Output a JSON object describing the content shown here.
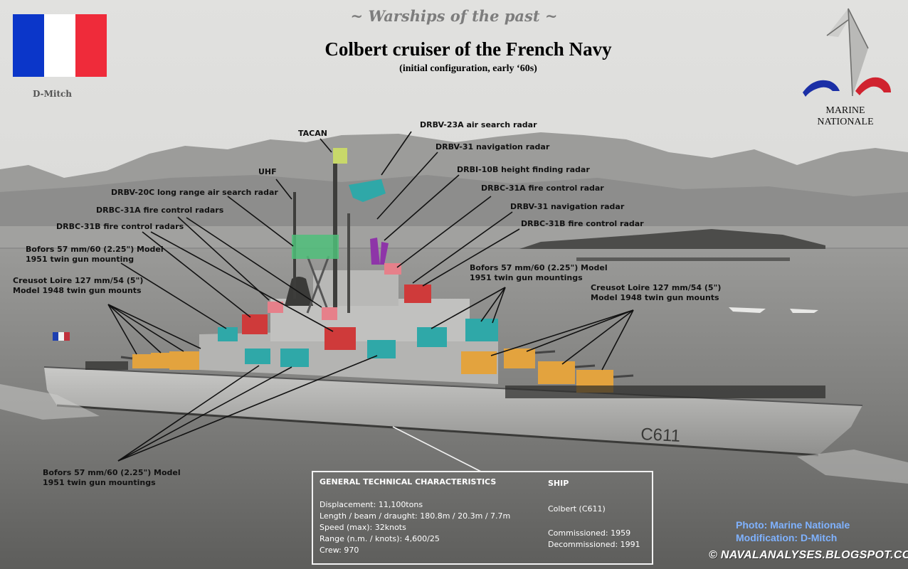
{
  "header": {
    "series": "~ Warships of the past ~",
    "title": "Colbert cruiser of the French Navy",
    "subtitle": "(initial configuration, early ‘60s)",
    "author_tag": "D-Mitch",
    "logo_text_1": "MARINE",
    "logo_text_2": "NATIONALE"
  },
  "flag_colors": [
    "#0b36c9",
    "#ffffff",
    "#ef2b3a"
  ],
  "hull_number": "C611",
  "labels": {
    "tacan": "TACAN",
    "uhf": "UHF",
    "drbv23a": "DRBV-23A air search radar",
    "drbv31_a": "DRBV-31 navigation  radar",
    "drbi10b": "DRBI-10B height finding radar",
    "drbc31a_r": "DRBC-31A fire control radar",
    "drbv31_b": "DRBV-31 navigation  radar",
    "drbc31b_r": "DRBC-31B fire control radar",
    "drbv20c": "DRBV-20C long range air search radar",
    "drbc31a_l": "DRBC-31A fire control radars",
    "drbc31b_l": "DRBC-31B fire control radars",
    "bofors_l1": "Bofors 57 mm/60 (2.25\") Model",
    "bofors_l2": "1951 twin gun mounting",
    "creusot_l1": "Creusot Loire 127 mm/54 (5\")",
    "creusot_l2": "Model 1948  twin gun mounts",
    "bofors_r1": "Bofors 57 mm/60 (2.25\") Model",
    "bofors_r2": "1951 twin gun mountings",
    "creusot_r1": "Creusot Loire 127 mm/54 (5\")",
    "creusot_r2": "Model 1948  twin gun mounts",
    "bofors_b1": "Bofors 57 mm/60 (2.25\") Model",
    "bofors_b2": "1951 twin gun  mountings"
  },
  "specs": {
    "heading": "GENERAL TECHNICAL CHARACTERISTICS",
    "lines": [
      "Displacement: 11,100tons",
      "Length / beam / draught: 180.8m / 20.3m / 7.7m",
      "Speed (max): 32knots",
      "Range (n.m. / knots): 4,600/25",
      "Crew: 970"
    ],
    "ship_heading": "SHIP",
    "ship_name": "Colbert (C611)",
    "commissioned": "Commissioned: 1959",
    "decommissioned": "Decommissioned: 1991"
  },
  "credits": {
    "photo": "Photo: Marine  Nationale",
    "modification": "Modification: D-Mitch",
    "website": "© NAVALANALYSES.BLOGSPOT.COM"
  },
  "colors": {
    "five_inch": "#e3a33e",
    "bofors": "#2fa8a8",
    "fire_control": "#cf3a3a",
    "drbv20c": "#4fbf7a",
    "drbi10b": "#8e35a8",
    "tacan": "#c8d86a",
    "credit": "#7fb2ff"
  }
}
